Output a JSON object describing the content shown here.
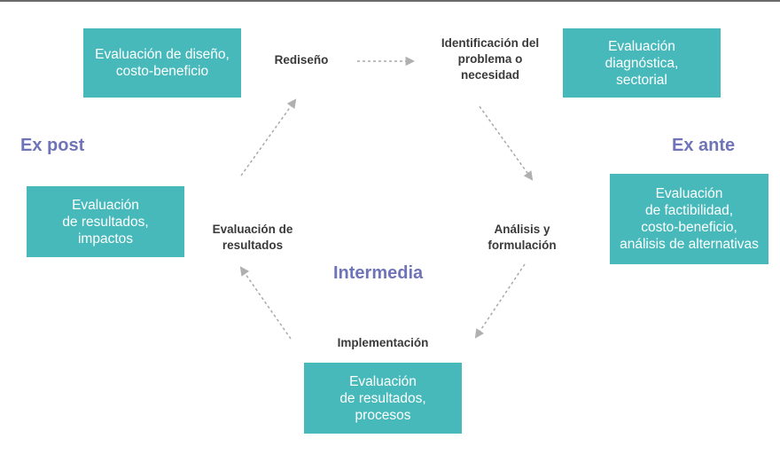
{
  "phases": {
    "ex_post": "Ex post",
    "ex_ante": "Ex ante",
    "intermedia": "Intermedia"
  },
  "stages": {
    "rediseno": "Rediseño",
    "identificacion": "Identificación del\nproblema o\nnecesidad",
    "analisis": "Análisis y\nformulación",
    "implementacion": "Implementación",
    "evaluacion_resultados": "Evaluación de\nresultados"
  },
  "boxes": {
    "diseno": "Evaluación de diseño,\ncosto-beneficio",
    "diagnostica": "Evaluación\ndiagnóstica,\nsectorial",
    "factibilidad": "Evaluación\nde factibilidad,\ncosto-beneficio,\nanálisis de alternativas",
    "procesos": "Evaluación\nde resultados,\nprocesos",
    "impactos": "Evaluación\nde resultados,\nimpactos"
  },
  "colors": {
    "box_fill": "#47b9bb",
    "box_text": "#ffffff",
    "phase_text": "#6f74b8",
    "stage_text": "#3a3a3a",
    "arrow": "#a8a8a8"
  }
}
